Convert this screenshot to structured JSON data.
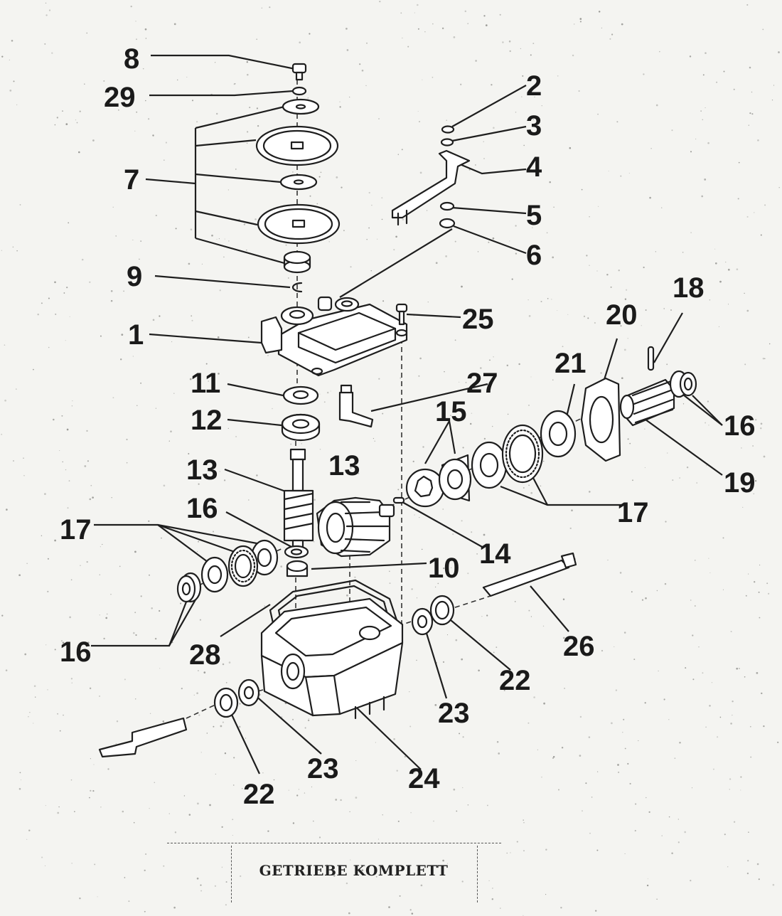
{
  "caption": "GETRIEBE KOMPLETT",
  "part_labels": [
    "8",
    "29",
    "7",
    "9",
    "1",
    "11",
    "12",
    "13",
    "13",
    "16",
    "17",
    "16",
    "28",
    "22",
    "23",
    "24",
    "2",
    "3",
    "4",
    "5",
    "6",
    "25",
    "27",
    "18",
    "20",
    "21",
    "15",
    "16",
    "19",
    "17",
    "14",
    "10",
    "26",
    "22",
    "23"
  ]
}
